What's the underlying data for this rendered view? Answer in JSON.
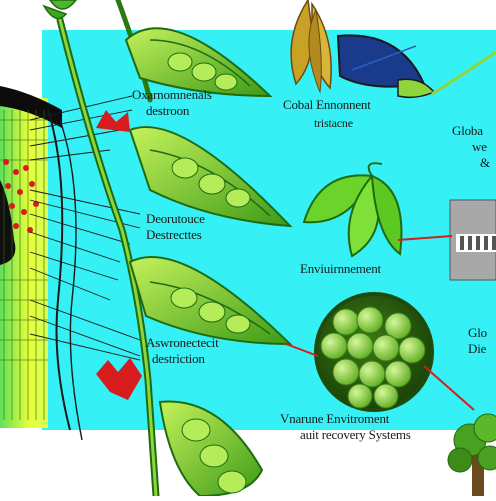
{
  "labels": {
    "top_left_1": "Oxarnomnenals",
    "top_left_2": "destroon",
    "top_center_1": "Cobal Ennonnent",
    "top_center_2": "tristacne",
    "right_top_1": "Globa",
    "right_top_2": "we",
    "right_top_3": "&",
    "mid_left_1": "Deorutouce",
    "mid_left_2": "Destrecttes",
    "mid_center": "Enviuirnnement",
    "low_left_1": "Aswronectecit",
    "low_left_2": "destriction",
    "right_mid_1": "Glo",
    "right_mid_2": "Die",
    "bottom_center_1": "Vnarune Envitroment",
    "bottom_center_2": "auit recovery Systems"
  },
  "colors": {
    "background": "#ffffff",
    "cyan_panel": "#35f0f5",
    "leaf_dark": "#1f6b12",
    "leaf_light": "#9be23a",
    "pea_green": "#8ed63b",
    "accent_red": "#d61c1c",
    "window_blue": "#1a3a8c",
    "grille_gray": "#9a9a9a"
  },
  "icons": {
    "bean_pod": "bean-pod-icon",
    "leaf": "leaf-icon",
    "pea_cluster": "pea-cluster-icon",
    "tree": "tree-icon",
    "grille": "grille-icon"
  }
}
